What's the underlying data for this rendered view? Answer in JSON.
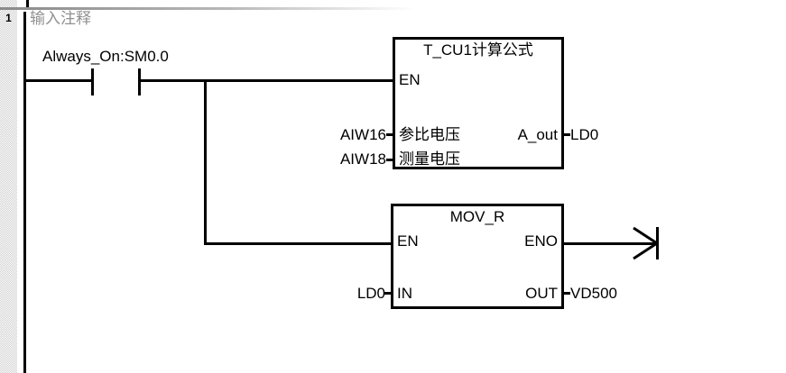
{
  "network": {
    "number": "1",
    "comment": "输入注释"
  },
  "contact": {
    "label": "Always_On:SM0.0",
    "type": "normally-open"
  },
  "blocks": [
    {
      "title": "T_CU1计算公式",
      "en": "EN",
      "inputs": [
        {
          "operand": "AIW16",
          "pin": "参比电压"
        },
        {
          "operand": "AIW18",
          "pin": "测量电压"
        }
      ],
      "outputs": [
        {
          "pin": "A_out",
          "operand": "LD0"
        }
      ]
    },
    {
      "title": "MOV_R",
      "en": "EN",
      "eno": "ENO",
      "inputs": [
        {
          "operand": "LD0",
          "pin": "IN"
        }
      ],
      "outputs": [
        {
          "pin": "OUT",
          "operand": "VD500"
        }
      ]
    }
  ],
  "colors": {
    "wire": "#000000",
    "comment_text": "#909090",
    "background": "#ffffff",
    "gutter_dither": "#cfcfcf"
  }
}
